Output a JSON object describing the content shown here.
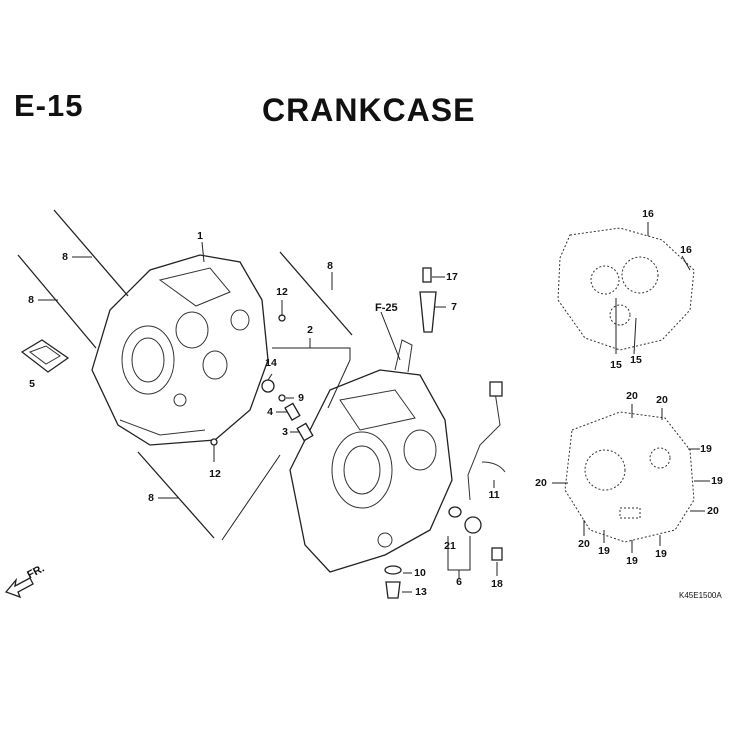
{
  "header": {
    "section_code": "E-15",
    "title": "CRANKCASE"
  },
  "reference_label": "F-25",
  "direction_label": "FR.",
  "drawing_code": "K45E1500A",
  "callouts": [
    "1",
    "2",
    "3",
    "4",
    "5",
    "6",
    "7",
    "8",
    "8",
    "8",
    "8",
    "9",
    "10",
    "11",
    "12",
    "12",
    "13",
    "14",
    "15",
    "15",
    "16",
    "16",
    "17",
    "18",
    "19",
    "19",
    "19",
    "19",
    "19",
    "20",
    "20",
    "20",
    "20",
    "20",
    "21"
  ]
}
